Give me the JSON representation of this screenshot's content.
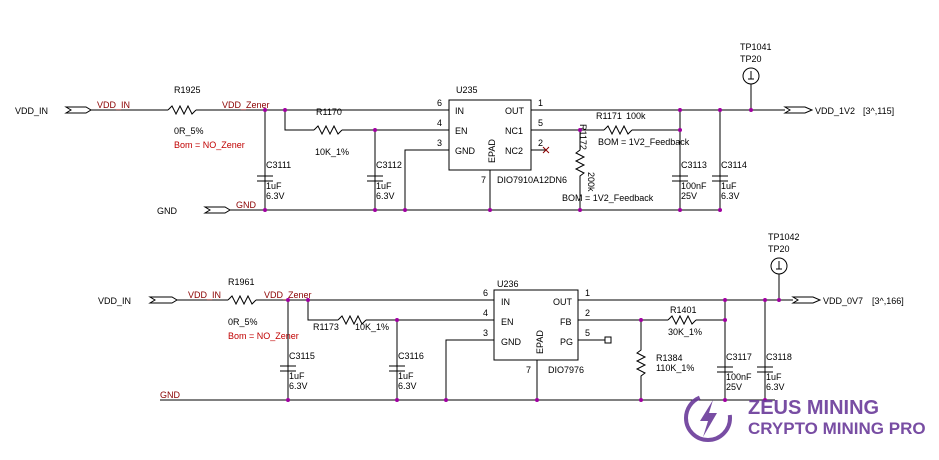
{
  "circuit1": {
    "in_net": "VDD_IN",
    "in_net_wire": "VDD_IN",
    "gnd_net": "GND",
    "gnd_net_wire": "GND",
    "r_in": {
      "ref": "R1925",
      "value": "0R_5%",
      "bom": "Bom = NO_Zener"
    },
    "zener_net": "VDD_Zener",
    "r_en": {
      "ref": "R1170",
      "value": "10K_1%"
    },
    "c_in": {
      "ref": "C3111",
      "v1": "1uF",
      "v2": "6.3V"
    },
    "c_en": {
      "ref": "C3112",
      "v1": "1uF",
      "v2": "6.3V"
    },
    "ic": {
      "ref": "U235",
      "part": "DIO7910A12DN6",
      "pins": {
        "in": "IN",
        "en": "EN",
        "gnd": "GND",
        "out": "OUT",
        "nc1": "NC1",
        "nc2": "NC2",
        "epad": "EPAD"
      },
      "pin_nums": {
        "in": "6",
        "en": "4",
        "gnd": "3",
        "out": "1",
        "nc1": "5",
        "nc2": "2",
        "epad": "7"
      }
    },
    "r_fb1": {
      "ref": "R1171",
      "value": "100k",
      "bom": "BOM = 1V2_Feedback"
    },
    "r_fb2": {
      "ref": "R1172",
      "value": "200k",
      "bom": "BOM = 1V2_Feedback"
    },
    "c_out1": {
      "ref": "C3113",
      "v1": "100nF",
      "v2": "25V"
    },
    "c_out2": {
      "ref": "C3114",
      "v1": "1uF",
      "v2": "6.3V"
    },
    "tp": {
      "ref": "TP1041",
      "part": "TP20"
    },
    "out_net": "VDD_1V2",
    "out_ref": "[3^,115]"
  },
  "circuit2": {
    "in_net": "VDD_IN",
    "in_net_wire": "VDD_IN",
    "gnd_net": "GND",
    "r_in": {
      "ref": "R1961",
      "value": "0R_5%",
      "bom": "Bom = NO_Zener"
    },
    "zener_net": "VDD_Zener",
    "r_en": {
      "ref": "R1173",
      "value": "10K_1%"
    },
    "c_in": {
      "ref": "C3115",
      "v1": "1uF",
      "v2": "6.3V"
    },
    "c_en": {
      "ref": "C3116",
      "v1": "1uF",
      "v2": "6.3V"
    },
    "ic": {
      "ref": "U236",
      "part": "DIO7976",
      "pins": {
        "in": "IN",
        "en": "EN",
        "gnd": "GND",
        "out": "OUT",
        "fb": "FB",
        "pg": "PG",
        "epad": "EPAD"
      },
      "pin_nums": {
        "in": "6",
        "en": "4",
        "gnd": "3",
        "out": "1",
        "fb": "2",
        "pg": "5",
        "epad": "7"
      }
    },
    "r_fb1": {
      "ref": "R1401",
      "value": "30K_1%"
    },
    "r_fb2": {
      "ref": "R1384",
      "value": "110K_1%"
    },
    "c_out1": {
      "ref": "C3117",
      "v1": "100nF",
      "v2": "25V"
    },
    "c_out2": {
      "ref": "C3118",
      "v1": "1uF",
      "v2": "6.3V"
    },
    "tp": {
      "ref": "TP1042",
      "part": "TP20"
    },
    "out_net": "VDD_0V7",
    "out_ref": "[3^,166]"
  },
  "watermark": {
    "line1": "ZEUS MINING",
    "line2": "CRYPTO MINING PRO"
  },
  "colors": {
    "wire": "#000000",
    "junction": "#a000a0",
    "bom_text": "#c00000",
    "net_text": "#8b0000",
    "logo": "#6a3a9a"
  }
}
